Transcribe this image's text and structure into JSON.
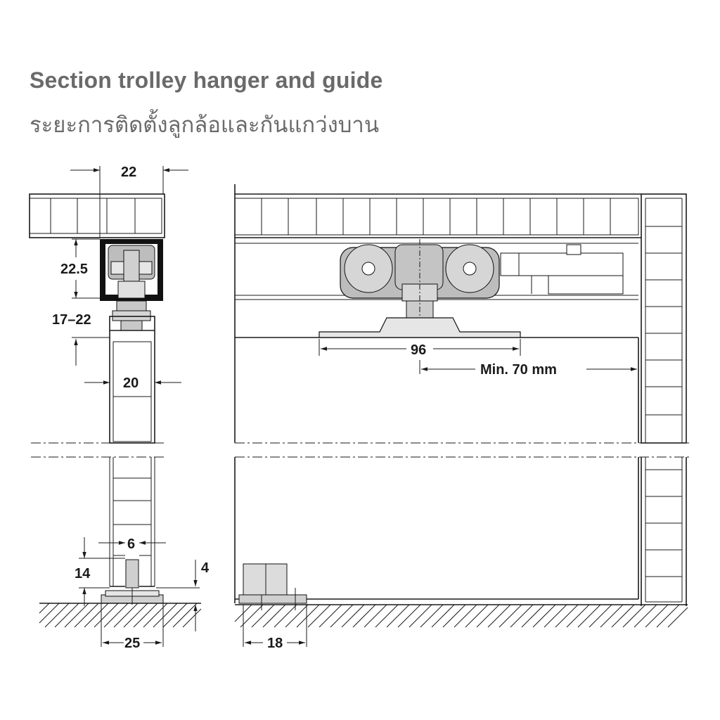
{
  "header": {
    "title": "Section trolley hanger and guide",
    "subtitle": "ระยะการติดตั้งลูกล้อและกันแกว่งบาน"
  },
  "dimensions": {
    "track_width": "22",
    "track_height": "22.5",
    "gap_range": "17–22",
    "door_thickness": "20",
    "guide_slot": "6",
    "guide_depth": "14",
    "floor_gap": "4",
    "guide_width_section": "25",
    "trolley_spacing": "96",
    "min_distance": "Min. 70 mm",
    "guide_width_front": "18"
  },
  "colors": {
    "ink": "#1a1a1a",
    "hardware_fill": "#bdbdbd",
    "hardware_light": "#e6e6e6",
    "title_gray": "#6a6a6a"
  }
}
